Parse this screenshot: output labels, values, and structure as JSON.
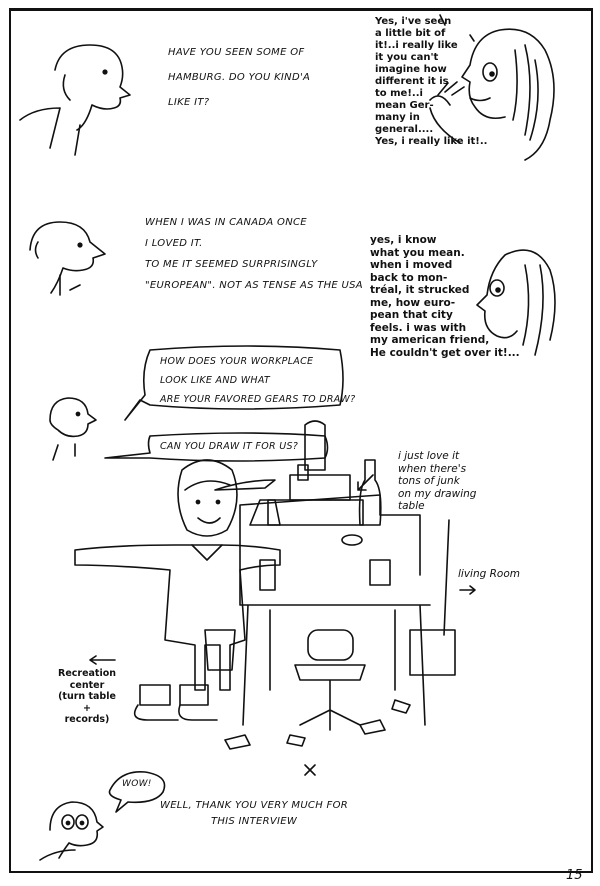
{
  "panels": {
    "q1": "Have you seen some of\nHamburg. Do you kind'a\nlike it?",
    "a1": "Yes, i've seen\na little bit of\nit!..i really like\nit you can't\nimagine how\ndifferent it is\nto me!..i\nmean Ger-\nmany in\ngeneral....\nYes, i really like it!..",
    "q2": "When i was in Canada once\ni loved it.\nTo me it seemed surprisingly\n\"European\". Not as tense as the USA",
    "a2": "yes, i know\nwhat you mean.\nwhen i moved\nback to mon-\ntréal, it strucked\nme, how euro-\npean that city\nfeels. i was with\nmy american friend,\nHe couldn't get over it!...",
    "q3": "How does your workplace\nlook like and what\nare your favored gears to draw?",
    "q4": "Can you draw it for us?",
    "note_junk": "i just love it\nwhen there's\ntons of junk\non my drawing\ntable",
    "note_living": "living Room",
    "note_recreation": "Recreation\ncenter\n(turn table\n+\nrecords)",
    "wow": "wow!",
    "thanks": "Well, thank you very much for\nthis interview"
  },
  "page_number": "15"
}
